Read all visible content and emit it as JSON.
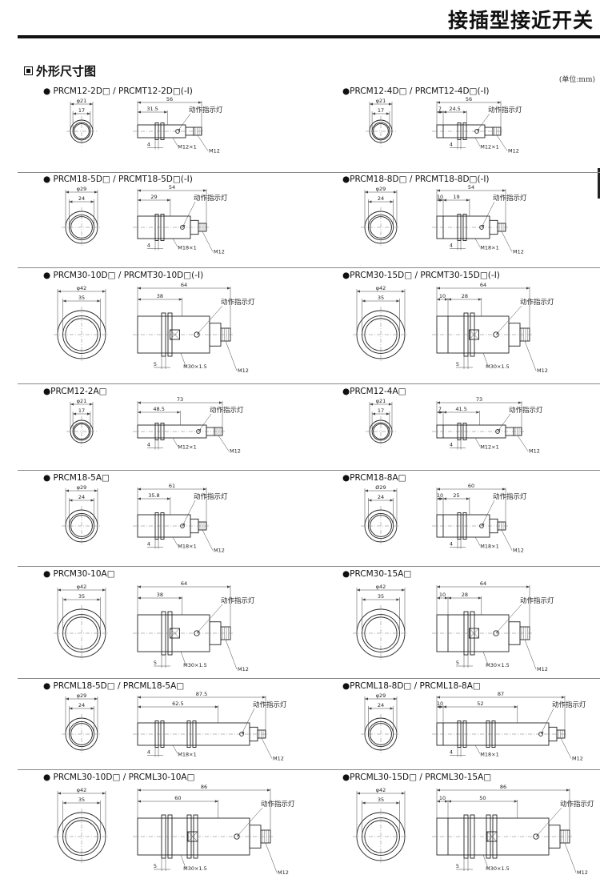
{
  "header": {
    "title": "接插型接近开关"
  },
  "section": {
    "title": "外形尺寸图",
    "unit": "(单位:mm)"
  },
  "indicator_label": "动作指示灯",
  "items": [
    {
      "label": "● PRCM12-2D□ / PRCMT12-2D□(-I)",
      "d_outer": "φ21",
      "d_inner": "17",
      "total": "56",
      "partial": "31.5",
      "partial2": "",
      "thread": "M12×1",
      "conn": "M12",
      "nut": "4"
    },
    {
      "label": "●PRCM12-4D□ / PRCMT12-4D□(-I)",
      "d_outer": "φ21",
      "d_inner": "17",
      "total": "56",
      "partial": "24.5",
      "partial2": "7",
      "thread": "M12×1",
      "conn": "M12",
      "nut": "4"
    },
    {
      "label": "● PRCM18-5D□ / PRCMT18-5D□(-I)",
      "d_outer": "φ29",
      "d_inner": "24",
      "total": "54",
      "partial": "29",
      "partial2": "",
      "thread": "M18×1",
      "conn": "M12",
      "nut": "4"
    },
    {
      "label": "●PRCM18-8D□ / PRCMT18-8D□(-I)",
      "d_outer": "φ29",
      "d_inner": "24",
      "total": "54",
      "partial": "19",
      "partial2": "10",
      "thread": "M18×1",
      "conn": "M12",
      "nut": "4"
    },
    {
      "label": "● PRCM30-10D□ / PRCMT30-10D□(-I)",
      "d_outer": "φ42",
      "d_inner": "35",
      "total": "64",
      "partial": "38",
      "partial2": "",
      "thread": "M30×1.5",
      "conn": "M12",
      "nut": "5"
    },
    {
      "label": "●PRCM30-15D□ / PRCMT30-15D□(-I)",
      "d_outer": "φ42",
      "d_inner": "35",
      "total": "64",
      "partial": "28",
      "partial2": "10",
      "thread": "M30×1.5",
      "conn": "M12",
      "nut": "5"
    },
    {
      "label": "●PRCM12-2A□",
      "d_outer": "φ21",
      "d_inner": "17",
      "total": "73",
      "partial": "48.5",
      "partial2": "",
      "thread": "M12×1",
      "conn": "M12",
      "nut": "4"
    },
    {
      "label": "●PRCM12-4A□",
      "d_outer": "φ21",
      "d_inner": "17",
      "total": "73",
      "partial": "41.5",
      "partial2": "7",
      "thread": "M12×1",
      "conn": "M12",
      "nut": "4"
    },
    {
      "label": "● PRCM18-5A□",
      "d_outer": "φ29",
      "d_inner": "24",
      "total": "61",
      "partial": "35.8",
      "partial2": "",
      "thread": "M18×1",
      "conn": "M12",
      "nut": "4"
    },
    {
      "label": "●PRCM18-8A□",
      "d_outer": "Ø29",
      "d_inner": "24",
      "total": "60",
      "partial": "25",
      "partial2": "10",
      "thread": "M18×1",
      "conn": "M12",
      "nut": "4"
    },
    {
      "label": "● PRCM30-10A□",
      "d_outer": "φ42",
      "d_inner": "35",
      "total": "64",
      "partial": "38",
      "partial2": "",
      "thread": "M30×1.5",
      "conn": "M12",
      "nut": "5"
    },
    {
      "label": "●PRCM30-15A□",
      "d_outer": "φ42",
      "d_inner": "35",
      "total": "64",
      "partial": "28",
      "partial2": "10",
      "thread": "M30×1.5",
      "conn": "M12",
      "nut": "5"
    },
    {
      "label": "● PRCML18-5D□ / PRCML18-5A□",
      "d_outer": "φ29",
      "d_inner": "24",
      "total": "87.5",
      "partial": "62.5",
      "partial2": "",
      "thread": "M18×1",
      "conn": "M12",
      "nut": "4"
    },
    {
      "label": "●PRCML18-8D□ / PRCML18-8A□",
      "d_outer": "φ29",
      "d_inner": "24",
      "total": "87",
      "partial": "52",
      "partial2": "10",
      "thread": "M18×1",
      "conn": "M12",
      "nut": "4"
    },
    {
      "label": "● PRCML30-10D□ / PRCML30-10A□",
      "d_outer": "φ42",
      "d_inner": "35",
      "total": "86",
      "partial": "60",
      "partial2": "",
      "thread": "M30×1.5",
      "conn": "M12",
      "nut": "5"
    },
    {
      "label": "●PRCML30-15D□ / PRCML30-15A□",
      "d_outer": "φ42",
      "d_inner": "35",
      "total": "86",
      "partial": "50",
      "partial2": "10",
      "thread": "M30×1.5",
      "conn": "M12",
      "nut": "5"
    }
  ]
}
